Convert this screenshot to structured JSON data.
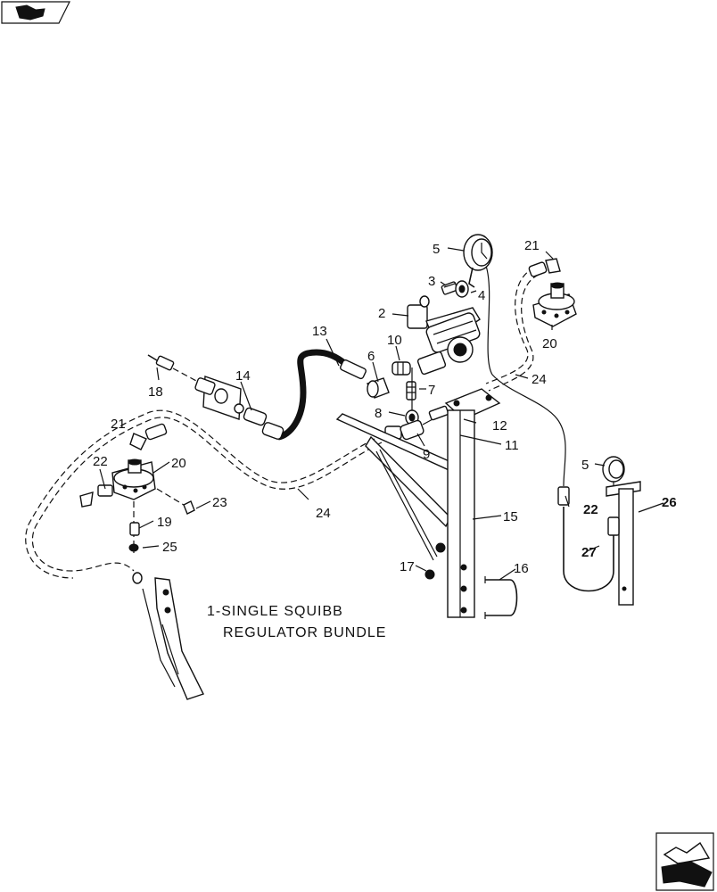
{
  "callouts": [
    {
      "id": "c1",
      "text": "5"
    },
    {
      "id": "c2",
      "text": "21"
    },
    {
      "id": "c3",
      "text": "3"
    },
    {
      "id": "c4",
      "text": "4"
    },
    {
      "id": "c5",
      "text": "2"
    },
    {
      "id": "c6",
      "text": "20"
    },
    {
      "id": "c7",
      "text": "13"
    },
    {
      "id": "c8",
      "text": "10"
    },
    {
      "id": "c9",
      "text": "6"
    },
    {
      "id": "c10",
      "text": "14"
    },
    {
      "id": "c11",
      "text": "18"
    },
    {
      "id": "c12",
      "text": "24"
    },
    {
      "id": "c13",
      "text": "7"
    },
    {
      "id": "c14",
      "text": "8"
    },
    {
      "id": "c15",
      "text": "12"
    },
    {
      "id": "c16",
      "text": "21"
    },
    {
      "id": "c17",
      "text": "11"
    },
    {
      "id": "c18",
      "text": "9"
    },
    {
      "id": "c19",
      "text": "22"
    },
    {
      "id": "c20",
      "text": "20"
    },
    {
      "id": "c21",
      "text": "5"
    },
    {
      "id": "c22",
      "text": "23"
    },
    {
      "id": "c23",
      "text": "22"
    },
    {
      "id": "c24",
      "text": "26"
    },
    {
      "id": "c25",
      "text": "24"
    },
    {
      "id": "c26",
      "text": "15"
    },
    {
      "id": "c27",
      "text": "19"
    },
    {
      "id": "c28",
      "text": "25"
    },
    {
      "id": "c29",
      "text": "27"
    },
    {
      "id": "c30",
      "text": "16"
    },
    {
      "id": "c31",
      "text": "17"
    }
  ],
  "caption": {
    "line1": "1-SINGLE SQUIBB",
    "line2": "REGULATOR BUNDLE"
  }
}
